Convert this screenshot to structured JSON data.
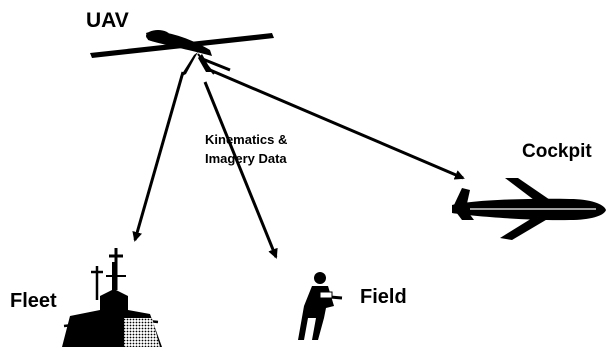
{
  "labels": {
    "uav": "UAV",
    "cockpit": "Cockpit",
    "fleet": "Fleet",
    "field": "Field",
    "data_line1": "Kinematics &",
    "data_line2": "Imagery Data"
  },
  "icons": {
    "uav": "uav-drone-icon",
    "aircraft": "jet-aircraft-icon",
    "ship": "warship-icon",
    "soldier": "field-soldier-icon"
  },
  "colors": {
    "ink": "#000000",
    "background": "#ffffff"
  }
}
